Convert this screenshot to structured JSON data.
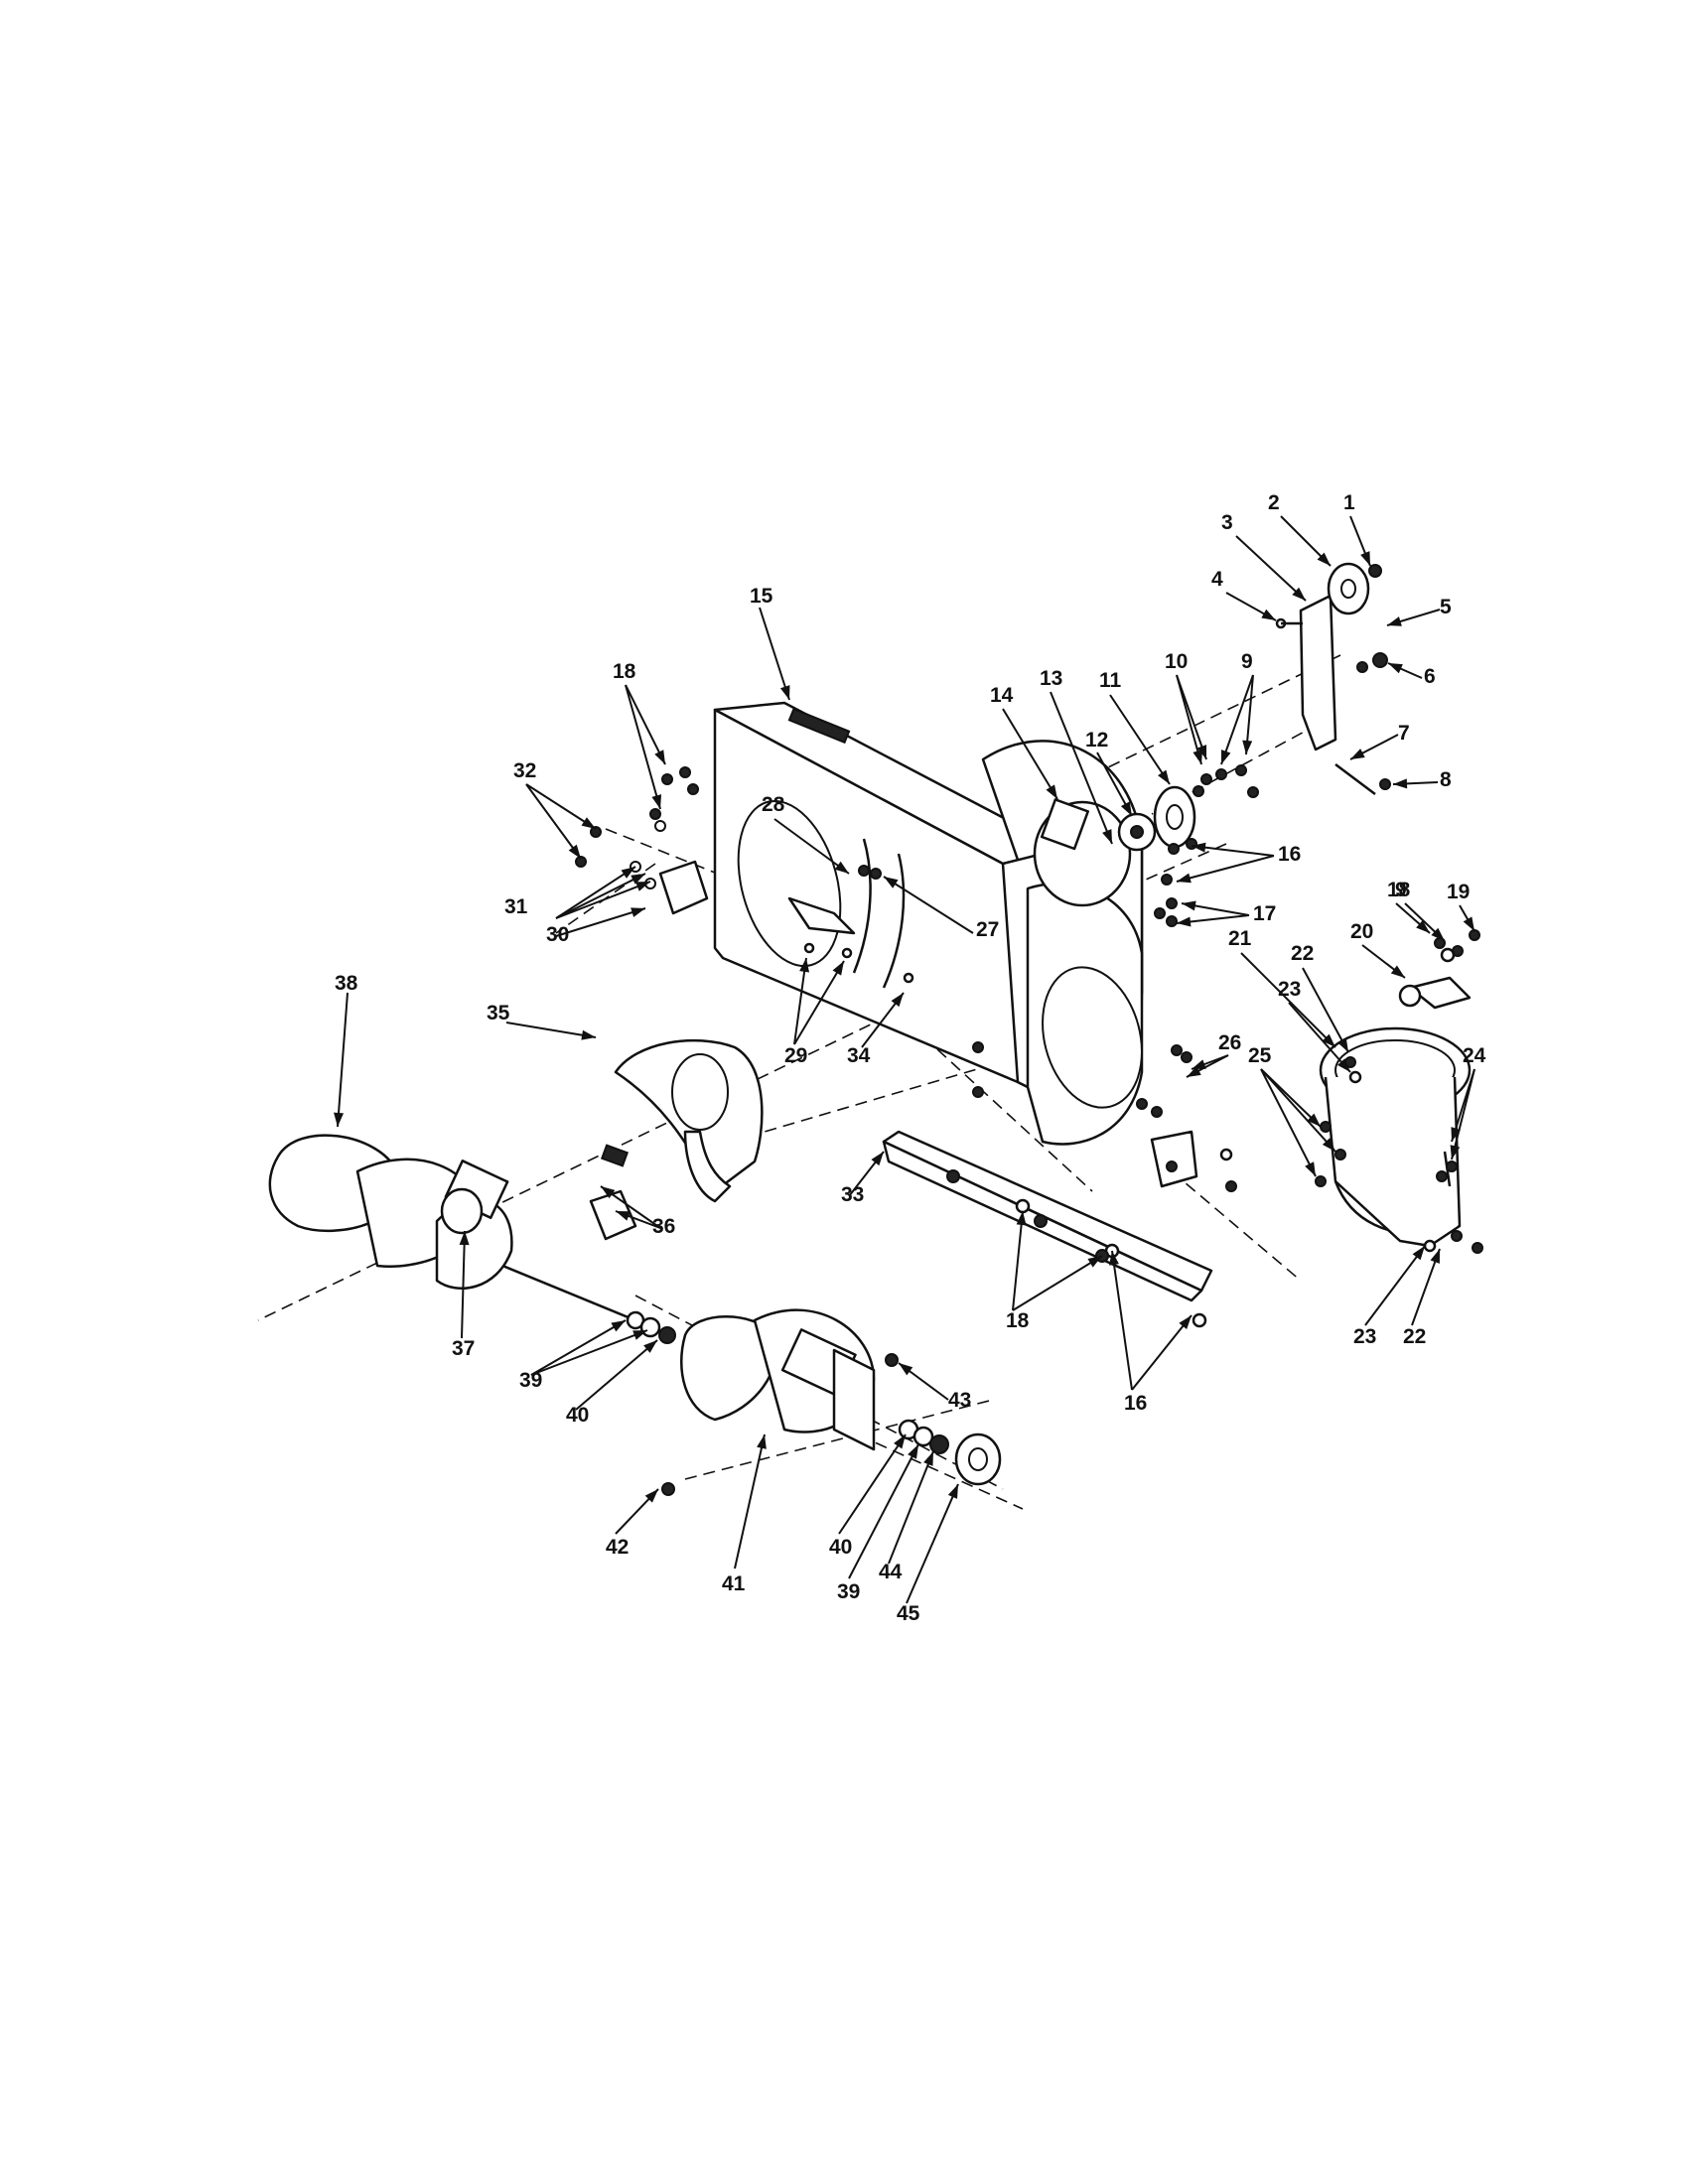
{
  "diagram": {
    "callouts": [
      {
        "id": "c1",
        "label": "1"
      },
      {
        "id": "c2",
        "label": "2"
      },
      {
        "id": "c3",
        "label": "3"
      },
      {
        "id": "c4",
        "label": "4"
      },
      {
        "id": "c5",
        "label": "5"
      },
      {
        "id": "c6",
        "label": "6"
      },
      {
        "id": "c7",
        "label": "7"
      },
      {
        "id": "c8",
        "label": "8"
      },
      {
        "id": "c9a",
        "label": "9"
      },
      {
        "id": "c10",
        "label": "10"
      },
      {
        "id": "c11",
        "label": "11"
      },
      {
        "id": "c12",
        "label": "12"
      },
      {
        "id": "c13",
        "label": "13"
      },
      {
        "id": "c14",
        "label": "14"
      },
      {
        "id": "c15",
        "label": "15"
      },
      {
        "id": "c16a",
        "label": "16"
      },
      {
        "id": "c17",
        "label": "17"
      },
      {
        "id": "c18a",
        "label": "18"
      },
      {
        "id": "c18b",
        "label": "18"
      },
      {
        "id": "c9b",
        "label": "9"
      },
      {
        "id": "c19",
        "label": "19"
      },
      {
        "id": "c20",
        "label": "20"
      },
      {
        "id": "c21",
        "label": "21"
      },
      {
        "id": "c22a",
        "label": "22"
      },
      {
        "id": "c23a",
        "label": "23"
      },
      {
        "id": "c24",
        "label": "24"
      },
      {
        "id": "c25",
        "label": "25"
      },
      {
        "id": "c26",
        "label": "26"
      },
      {
        "id": "c27",
        "label": "27"
      },
      {
        "id": "c28",
        "label": "28"
      },
      {
        "id": "c29",
        "label": "29"
      },
      {
        "id": "c30",
        "label": "30"
      },
      {
        "id": "c31",
        "label": "31"
      },
      {
        "id": "c32",
        "label": "32"
      },
      {
        "id": "c33",
        "label": "33"
      },
      {
        "id": "c34",
        "label": "34"
      },
      {
        "id": "c35",
        "label": "35"
      },
      {
        "id": "c36",
        "label": "36"
      },
      {
        "id": "c37",
        "label": "37"
      },
      {
        "id": "c38",
        "label": "38"
      },
      {
        "id": "c18c",
        "label": "18"
      },
      {
        "id": "c16b",
        "label": "16"
      },
      {
        "id": "c23b",
        "label": "23"
      },
      {
        "id": "c22b",
        "label": "22"
      },
      {
        "id": "c39a",
        "label": "39"
      },
      {
        "id": "c40a",
        "label": "40"
      },
      {
        "id": "c43",
        "label": "43"
      },
      {
        "id": "c42",
        "label": "42"
      },
      {
        "id": "c41",
        "label": "41"
      },
      {
        "id": "c40b",
        "label": "40"
      },
      {
        "id": "c39b",
        "label": "39"
      },
      {
        "id": "c44",
        "label": "44"
      },
      {
        "id": "c45",
        "label": "45"
      }
    ]
  }
}
